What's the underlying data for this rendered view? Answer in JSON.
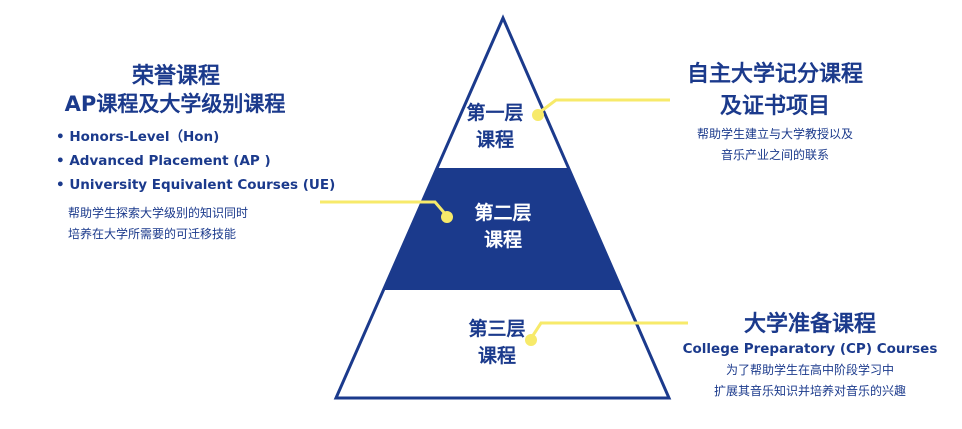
{
  "colors": {
    "navy": "#1b3a8c",
    "yellow": "#f7ea6a"
  },
  "tiers": [
    {
      "line1": "第一层",
      "line2": "课程"
    },
    {
      "line1": "第二层",
      "line2": "课程"
    },
    {
      "line1": "第三层",
      "line2": "课程"
    }
  ],
  "left": {
    "title1": "荣誉课程",
    "title2": "AP课程及大学级别课程",
    "bullets": [
      "Honors-Level（Hon)",
      "Advanced Placement (AP )",
      "University Equivalent Courses (UE)"
    ],
    "desc1": "帮助学生探索大学级别的知识同时",
    "desc2": "培养在大学所需要的可迁移技能"
  },
  "top_right": {
    "title1": "自主大学记分课程",
    "title2": "及证书项目",
    "desc1": "帮助学生建立与大学教授以及",
    "desc2": "音乐产业之间的联系"
  },
  "bottom_right": {
    "title": "大学准备课程",
    "subtitle": "College Preparatory (CP) Courses",
    "desc1": "为了帮助学生在高中阶段学习中",
    "desc2": "扩展其音乐知识并培养对音乐的兴趣"
  }
}
